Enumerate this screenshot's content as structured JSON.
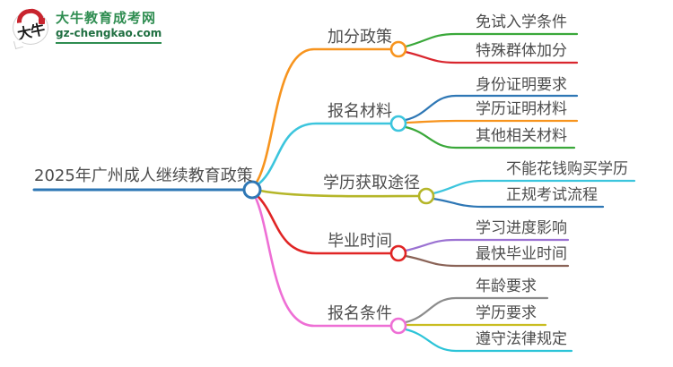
{
  "logo": {
    "icon_text": "大牛",
    "title": "大牛教育成考网",
    "domain": "gz-chengkao.com",
    "brand_green": "#2f8d51",
    "brand_dark_green": "#1f6f41",
    "brand_red": "#c8242e"
  },
  "mindmap": {
    "root": {
      "label": "2025年广州成人继续教育政策",
      "color": "#2e77b5"
    },
    "branches": [
      {
        "label": "加分政策",
        "color": "#f7941e",
        "children": [
          {
            "label": "免试入学条件",
            "color": "#3aa83a"
          },
          {
            "label": "特殊群体加分",
            "color": "#d9262e"
          }
        ]
      },
      {
        "label": "报名材料",
        "color": "#3cc5dd",
        "children": [
          {
            "label": "身份证明要求",
            "color": "#2e77b5"
          },
          {
            "label": "学历证明材料",
            "color": "#f7941e"
          },
          {
            "label": "其他相关材料",
            "color": "#3aa83a"
          }
        ]
      },
      {
        "label": "学历获取途径",
        "color": "#b5b629",
        "children": [
          {
            "label": "不能花钱购买学历",
            "color": "#3cc5dd"
          },
          {
            "label": "正规考试流程",
            "color": "#2e77b5"
          }
        ]
      },
      {
        "label": "毕业时间",
        "color": "#e02525",
        "children": [
          {
            "label": "学习进度影响",
            "color": "#9b72d2"
          },
          {
            "label": "最快毕业时间",
            "color": "#8a6357"
          }
        ]
      },
      {
        "label": "报名条件",
        "color": "#ee6fd5",
        "children": [
          {
            "label": "年龄要求",
            "color": "#8c8c8c"
          },
          {
            "label": "学历要求",
            "color": "#c9bd20"
          },
          {
            "label": "遵守法律规定",
            "color": "#2cc4d8"
          }
        ]
      }
    ]
  }
}
